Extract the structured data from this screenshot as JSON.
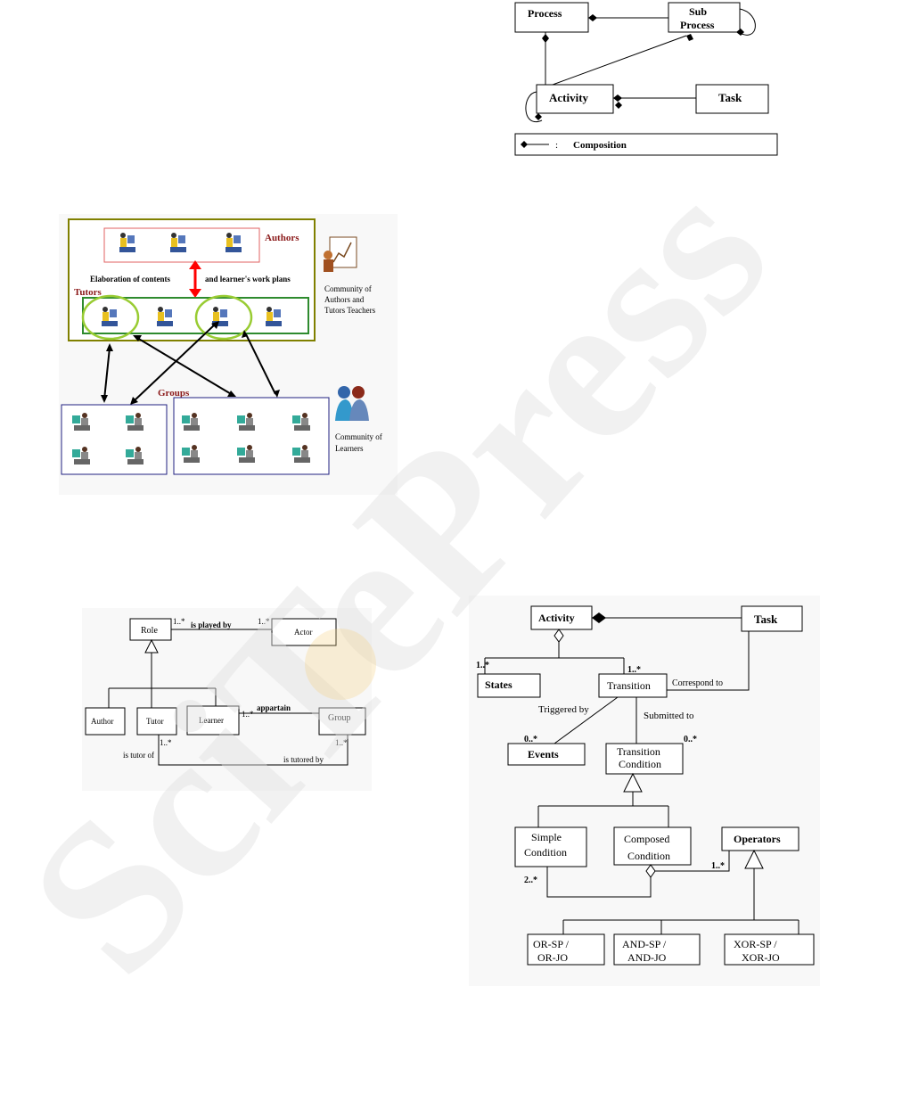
{
  "fig_process": {
    "process": "Process",
    "sub_process": [
      "Sub",
      "Process"
    ],
    "activity": "Activity",
    "task": "Task",
    "legend_sep": ":",
    "legend_label": "Composition"
  },
  "fig_community": {
    "authors": "Authors",
    "elaboration_left": "Elaboration of contents",
    "elaboration_right": "and learner's work plans",
    "tutors": "Tutors",
    "groups": "Groups",
    "community_teachers": [
      "Community of",
      "Authors and",
      "Tutors Teachers"
    ],
    "community_learners": [
      "Community of",
      "Learners"
    ],
    "colors": {
      "outer_border": "#808000",
      "authors_border": "#e06060",
      "tutors_border": "#2e8b2e",
      "group_border": "#202080",
      "label_red": "#8b1a1a",
      "arrow_red": "#ff0000",
      "ellipse": "#99cc33"
    }
  },
  "fig_role": {
    "role": "Role",
    "actor": "Actor",
    "author": "Author",
    "tutor": "Tutor",
    "learner": "Learner",
    "group": "Group",
    "is_played_by": "is played by",
    "mult_role": "1..*",
    "mult_actor": "1..*",
    "appartain": "appartain",
    "mult_learner": "1..*",
    "is_tutor_of": "is tutor of",
    "mult_tutor": "1..*",
    "is_tutored_by": "is tutored by",
    "mult_group": "1..*"
  },
  "fig_activity": {
    "activity": "Activity",
    "task": "Task",
    "states": "States",
    "transition": "Transition",
    "correspond_to": "Correspond to",
    "mult_states": "1..*",
    "mult_transition": "1..*",
    "triggered_by": "Triggered by",
    "submitted_to": "Submitted to",
    "mult_events": "0..*",
    "mult_condition": "0..*",
    "events": "Events",
    "transition_condition": [
      "Transition",
      "Condition"
    ],
    "simple_condition": [
      "Simple",
      "Condition"
    ],
    "composed_condition": [
      "Composed",
      "Condition"
    ],
    "operators": "Operators",
    "mult_simple": "2..*",
    "mult_operators": "1..*",
    "or_sp": [
      "OR-SP /",
      "OR-JO"
    ],
    "and_sp": [
      "AND-SP /",
      "AND-JO"
    ],
    "xor_sp": [
      "XOR-SP /",
      "XOR-JO"
    ]
  },
  "watermark": {
    "text": "SciTePress"
  }
}
